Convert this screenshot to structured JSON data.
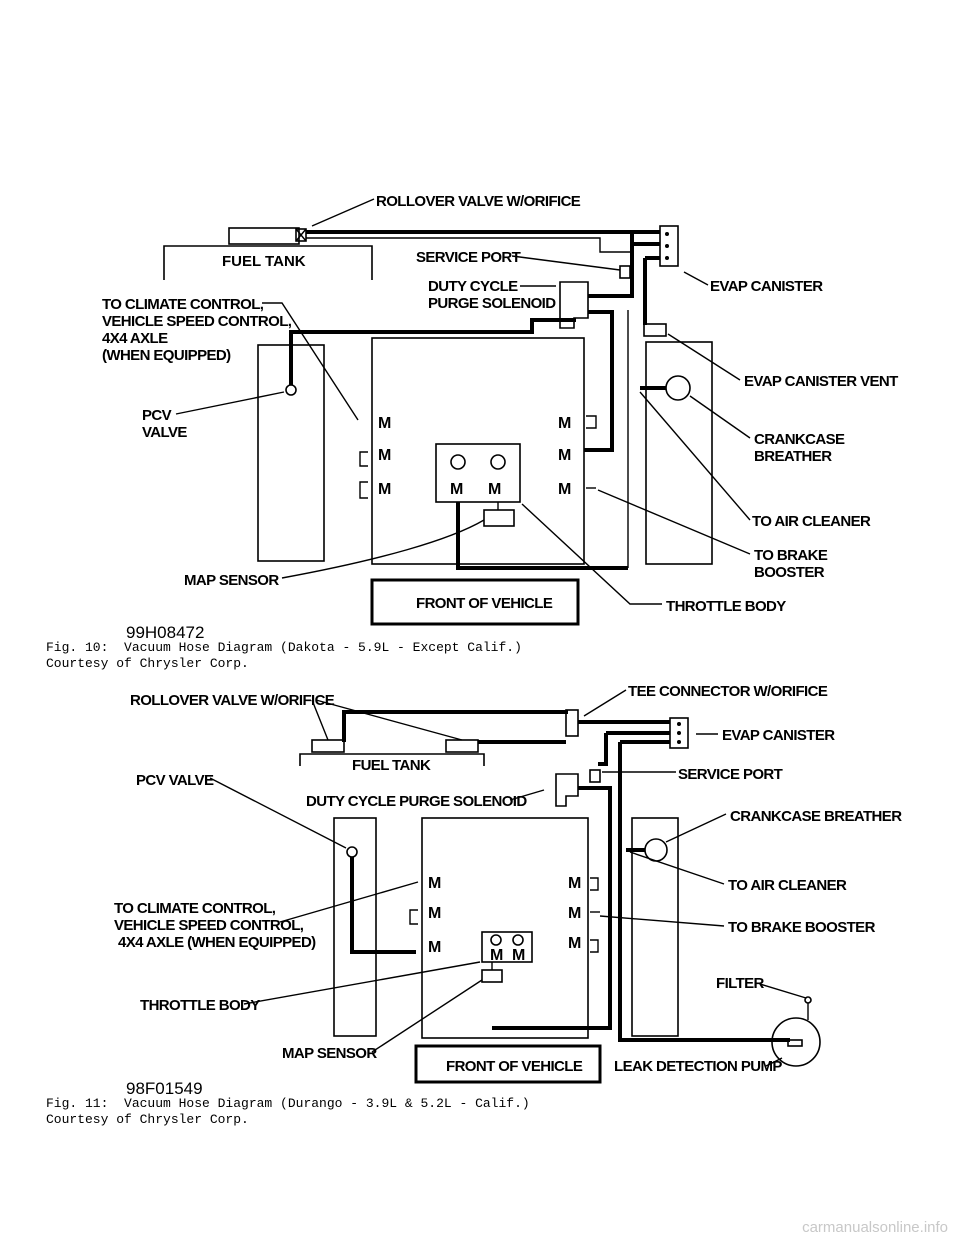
{
  "fig10": {
    "labels": {
      "rollover": "ROLLOVER VALVE W/ORIFICE",
      "fuel_tank": "FUEL TANK",
      "service_port": "SERVICE PORT",
      "duty_cycle_1": "DUTY CYCLE",
      "duty_cycle_2": "PURGE SOLENOID",
      "evap_canister": "EVAP CANISTER",
      "climate_1": "TO CLIMATE CONTROL,",
      "climate_2": "VEHICLE SPEED CONTROL,",
      "climate_3": "4X4 AXLE",
      "climate_4": "(WHEN EQUIPPED)",
      "evap_vent": "EVAP CANISTER VENT",
      "pcv_1": "PCV",
      "pcv_2": "VALVE",
      "crankcase_1": "CRANKCASE",
      "crankcase_2": "BREATHER",
      "air_cleaner": "TO AIR CLEANER",
      "brake_1": "TO BRAKE",
      "brake_2": "BOOSTER",
      "map_sensor": "MAP SENSOR",
      "front": "FRONT OF VEHICLE",
      "throttle": "THROTTLE BODY",
      "port": "M"
    },
    "figure_id": "99H08472",
    "caption_1": "Fig. 10:  Vacuum Hose Diagram (Dakota - 5.9L - Except Calif.)",
    "caption_2": "Courtesy of Chrysler Corp."
  },
  "fig11": {
    "labels": {
      "rollover": "ROLLOVER VALVE W/ORIFICE",
      "tee": "TEE CONNECTOR W/ORIFICE",
      "evap_canister": "EVAP CANISTER",
      "fuel_tank": "FUEL TANK",
      "pcv": "PCV  VALVE",
      "service_port": "SERVICE PORT",
      "duty_cycle": "DUTY CYCLE PURGE SOLENOID",
      "crankcase": "CRANKCASE BREATHER",
      "air_cleaner": "TO AIR CLEANER",
      "climate_1": "TO CLIMATE CONTROL,",
      "climate_2": "VEHICLE SPEED CONTROL,",
      "climate_3": "4X4 AXLE (WHEN EQUIPPED)",
      "brake": "TO BRAKE BOOSTER",
      "throttle": "THROTTLE BODY",
      "filter": "FILTER",
      "map_sensor": "MAP SENSOR",
      "front": "FRONT OF VEHICLE",
      "leak_pump": "LEAK DETECTION PUMP",
      "port": "M"
    },
    "figure_id": "98F01549",
    "caption_1": "Fig. 11:  Vacuum Hose Diagram (Durango - 3.9L & 5.2L - Calif.)",
    "caption_2": "Courtesy of Chrysler Corp."
  },
  "watermark": "carmanualsonline.info"
}
